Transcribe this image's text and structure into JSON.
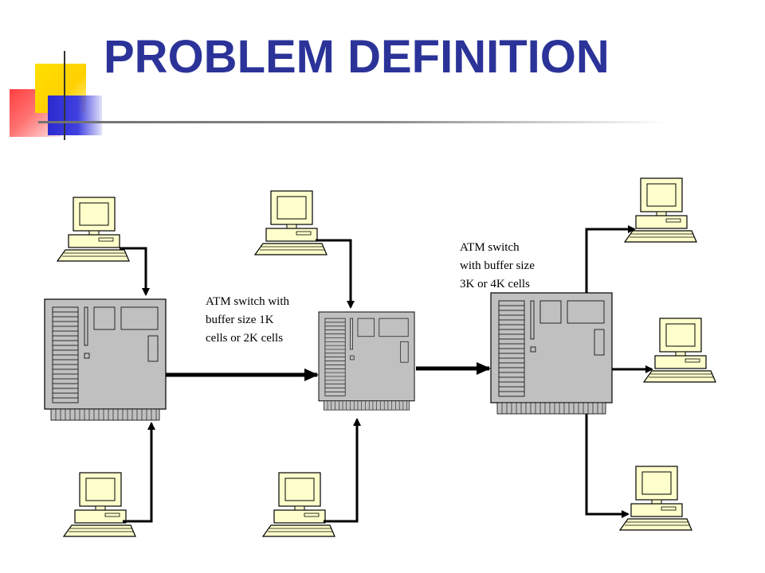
{
  "slide": {
    "title": "PROBLEM DEFINITION"
  },
  "captions": {
    "switch_1k_2k": "ATM switch with\nbuffer size 1K\ncells or 2K cells",
    "switch_3k_4k": "ATM switch\nwith buffer size\n3K or 4K cells"
  },
  "icons": {
    "computer": "desktop-computer-icon",
    "switch": "atm-switch-icon"
  },
  "colors": {
    "title": "#2b3399",
    "monitor": "#ffffcc",
    "switch_body": "#c0c0c0"
  }
}
